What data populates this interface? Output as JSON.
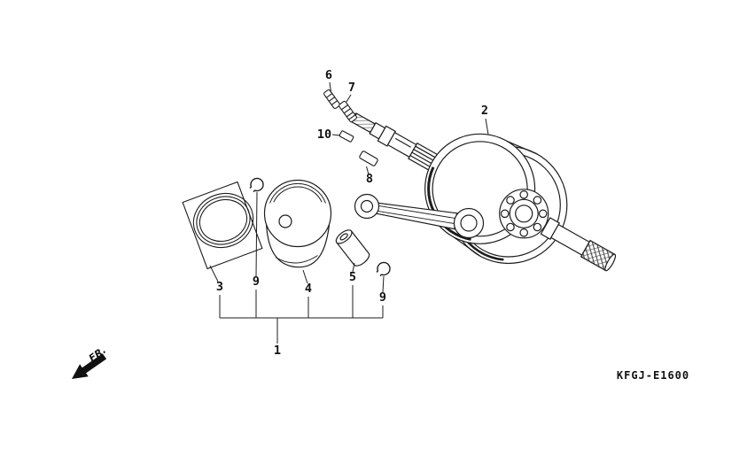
{
  "figure": {
    "code": "KFGJ-E1600",
    "front_label": "FR."
  },
  "callouts": [
    {
      "text": "6"
    },
    {
      "text": "7"
    },
    {
      "text": "10"
    },
    {
      "text": "8"
    },
    {
      "text": "2"
    },
    {
      "text": "9"
    },
    {
      "text": "3"
    },
    {
      "text": "4"
    },
    {
      "text": "5"
    },
    {
      "text": "9"
    },
    {
      "text": "1"
    }
  ],
  "colors": {
    "background": "#ffffff",
    "line": "#1d1d1d"
  }
}
